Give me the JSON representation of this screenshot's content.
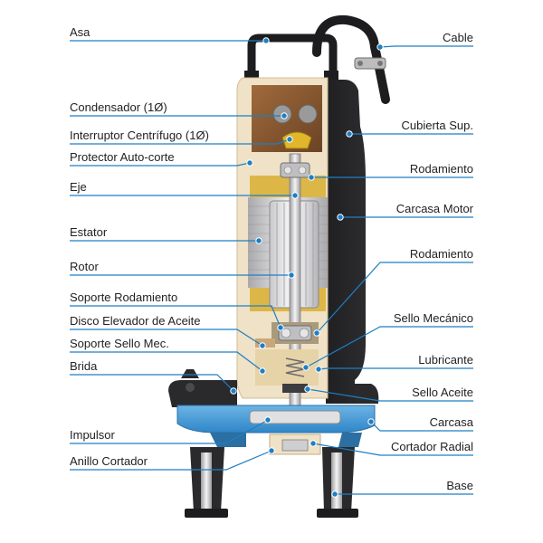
{
  "colors": {
    "leader_line": "#1e7fc4",
    "dot": "#1e7fc4",
    "label_text": "#222222",
    "black_housing": "#1d1d1f",
    "cream_casing": "#f0e2c6",
    "copper_winding": "#8a5a32",
    "yellow_coil": "#d9b23a",
    "blue_volute": "#4b9fd8",
    "silver": "#c8c8c8"
  },
  "labels_left": [
    {
      "id": "asa",
      "text": "Asa"
    },
    {
      "id": "condensador",
      "text": "Condensador (1Ø)"
    },
    {
      "id": "interruptor",
      "text": "Interruptor Centrífugo (1Ø)"
    },
    {
      "id": "protector",
      "text": "Protector Auto-corte"
    },
    {
      "id": "eje",
      "text": "Eje"
    },
    {
      "id": "estator",
      "text": "Estator"
    },
    {
      "id": "rotor",
      "text": "Rotor"
    },
    {
      "id": "soporte-rodamiento",
      "text": "Soporte Rodamiento"
    },
    {
      "id": "disco-elevador",
      "text": "Disco Elevador de Aceite"
    },
    {
      "id": "soporte-sello",
      "text": "Soporte Sello Mec."
    },
    {
      "id": "brida",
      "text": "Brida"
    },
    {
      "id": "impulsor",
      "text": "Impulsor"
    },
    {
      "id": "anillo-cortador",
      "text": "Anillo Cortador"
    }
  ],
  "labels_right": [
    {
      "id": "cable",
      "text": "Cable"
    },
    {
      "id": "cubierta-sup",
      "text": "Cubierta Sup."
    },
    {
      "id": "rodamiento-superior",
      "text": "Rodamiento"
    },
    {
      "id": "carcasa-motor",
      "text": "Carcasa Motor"
    },
    {
      "id": "rodamiento-inferior",
      "text": "Rodamiento"
    },
    {
      "id": "sello-mecanico",
      "text": "Sello Mecánico"
    },
    {
      "id": "lubricante",
      "text": "Lubricante"
    },
    {
      "id": "sello-aceite",
      "text": "Sello Aceite"
    },
    {
      "id": "carcasa",
      "text": "Carcasa"
    },
    {
      "id": "cortador-radial",
      "text": "Cortador Radial"
    },
    {
      "id": "base",
      "text": "Base"
    }
  ]
}
